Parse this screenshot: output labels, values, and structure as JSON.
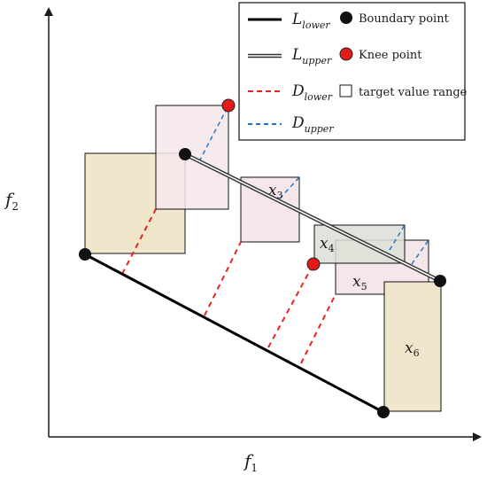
{
  "axes": {
    "x_label": "f",
    "x_sub": "1",
    "y_label": "f",
    "y_sub": "2"
  },
  "legend": {
    "l_lower": {
      "main": "L",
      "sub": "lower"
    },
    "l_upper": {
      "main": "L",
      "sub": "upper"
    },
    "d_lower": {
      "main": "D",
      "sub": "lower"
    },
    "d_upper": {
      "main": "D",
      "sub": "upper"
    },
    "boundary_point": "Boundary point",
    "knee_point": "Knee point",
    "target_value_range": "target value range"
  },
  "solutions": [
    {
      "main": "x",
      "sub": "3"
    },
    {
      "main": "x",
      "sub": "4"
    },
    {
      "main": "x",
      "sub": "5"
    },
    {
      "main": "x",
      "sub": "6"
    }
  ],
  "colors": {
    "axis": "#1a1a1a",
    "l_lower": "#000000",
    "l_upper": "#555555",
    "d_lower": "#e8231f",
    "d_upper": "#1f77d4",
    "boundary_point": "#111111",
    "knee_point": "#e21a1a",
    "box_pink": "#f5e6ea",
    "box_tan": "#efe6cc",
    "box_gray": "#dcdfd6"
  }
}
